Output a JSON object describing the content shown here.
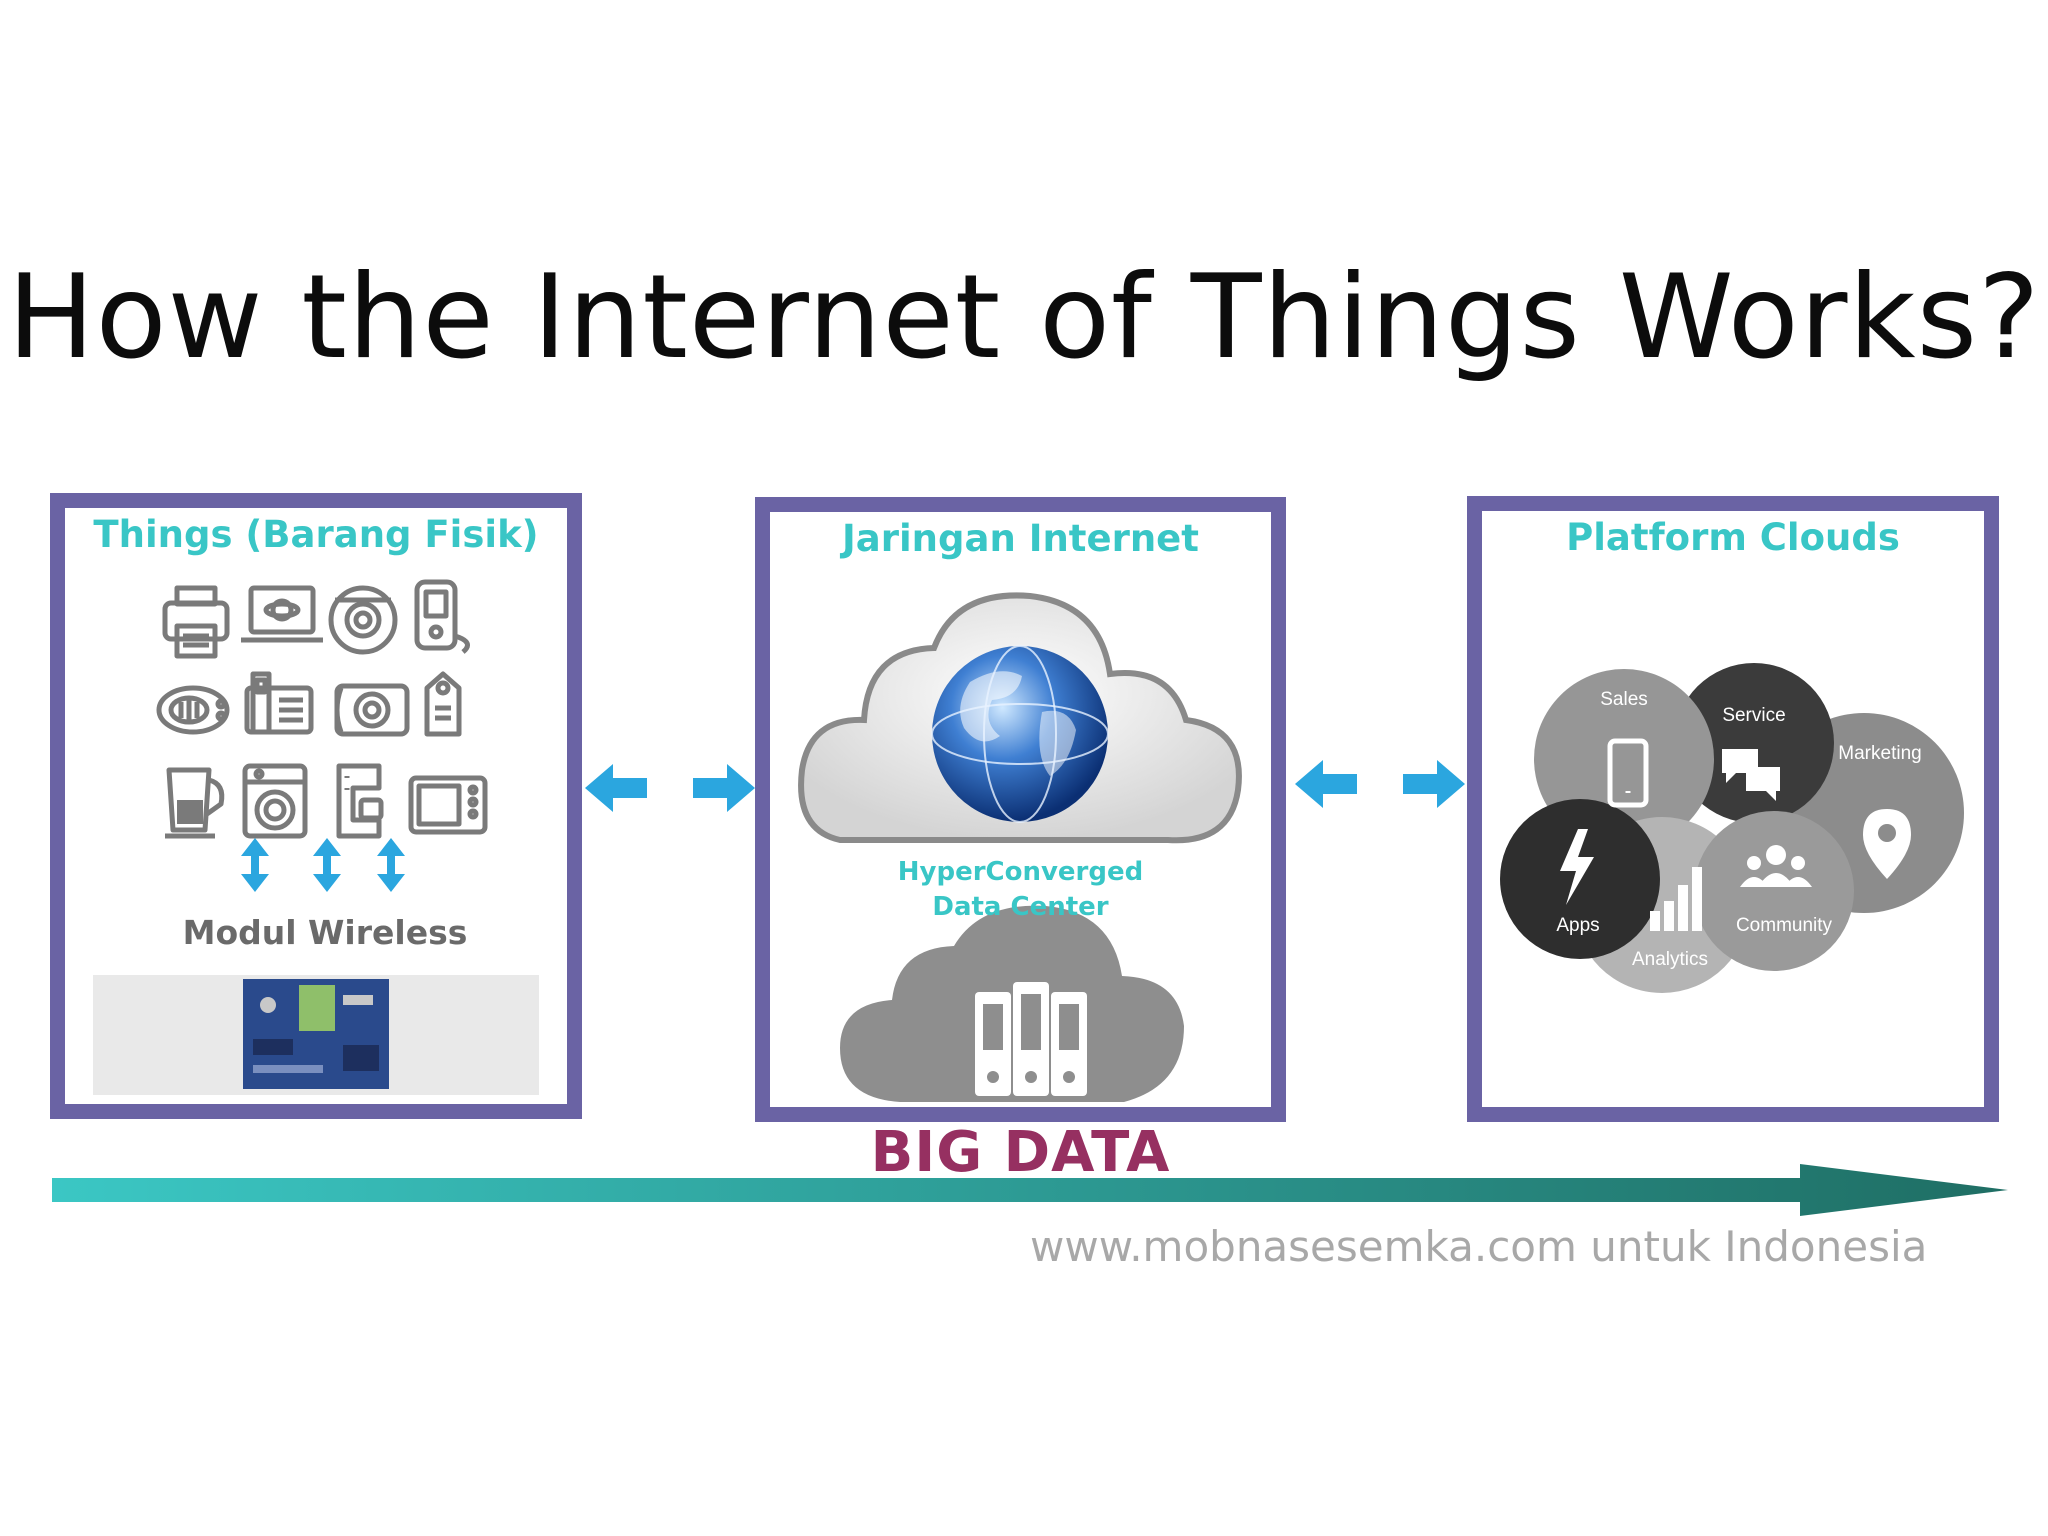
{
  "title": "How the Internet of Things Works?",
  "panels": {
    "things": {
      "heading": "Things (Barang Fisik)",
      "module_label": "Modul Wireless",
      "icons": [
        "printer-icon",
        "laptop-icon",
        "robot-vacuum-icon",
        "phone-handset-icon",
        "oven-icon",
        "desk-phone-icon",
        "camera-icon",
        "tag-device-icon",
        "kettle-icon",
        "washing-machine-icon",
        "coffee-machine-icon",
        "microwave-icon"
      ]
    },
    "network": {
      "heading": "Jaringan Internet",
      "datacenter_line1": "HyperConverged",
      "datacenter_line2": "Data Center"
    },
    "clouds": {
      "heading": "Platform Clouds",
      "bubbles": [
        "Sales",
        "Service",
        "Marketing",
        "Apps",
        "Analytics",
        "Community"
      ]
    }
  },
  "big_data_label": "BIG DATA",
  "source_text": "www.mobnasesemka.com untuk Indonesia",
  "colors": {
    "frame": "#6a63a4",
    "heading": "#39c6c6",
    "arrow": "#2ba6df",
    "big_data": "#963061",
    "timeline_start": "#3bc7c4",
    "timeline_end": "#1f6e64"
  }
}
